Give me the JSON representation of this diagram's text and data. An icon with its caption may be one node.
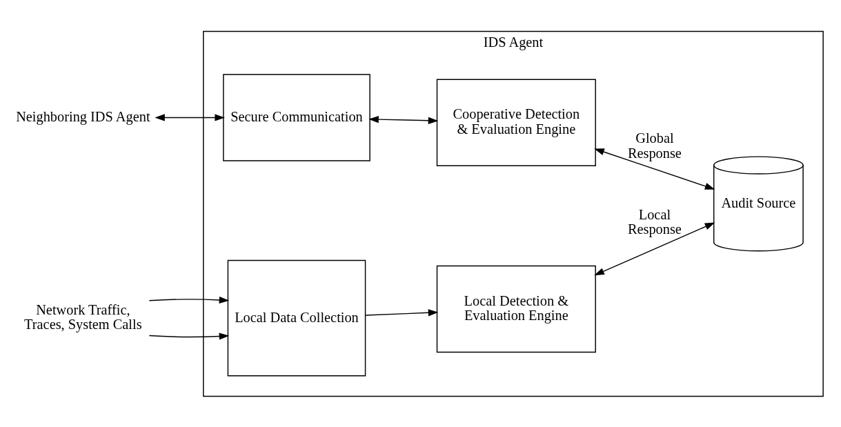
{
  "diagram": {
    "nodes": [
      {
        "text": [
          "IDS Agent"
        ]
      },
      {
        "text": [
          "Secure Communication"
        ],
        "in": 0
      },
      {
        "text": [
          "Cooperative Detection & Evaluation Engine"
        ],
        "in": 0
      },
      {
        "text": [
          "Local Data Collection"
        ],
        "in": 0
      },
      {
        "text": [
          "Local Detection & Evaluation Engine"
        ],
        "in": 0
      },
      {
        "text": [
          "Audit Source"
        ],
        "in": 0
      },
      {
        "text": [
          "Neighboring IDS Agent"
        ]
      },
      {
        "text": [
          "Network Traffic, Traces, System Calls"
        ]
      }
    ],
    "edges": [
      {
        "from": 6,
        "to": 1,
        "arrow": "both"
      },
      {
        "from": 1,
        "to": 2,
        "arrow": "both"
      },
      {
        "from": 2,
        "to": 5,
        "arrow": "both",
        "label": "Global Response"
      },
      {
        "from": 3,
        "to": 4,
        "arrow": "to"
      },
      {
        "from": 4,
        "to": 5,
        "arrow": "both",
        "label": "Local Response"
      },
      {
        "from": 7,
        "to": 3,
        "arrow": "to"
      },
      {
        "from": 7,
        "to": 3,
        "arrow": "to"
      }
    ]
  }
}
